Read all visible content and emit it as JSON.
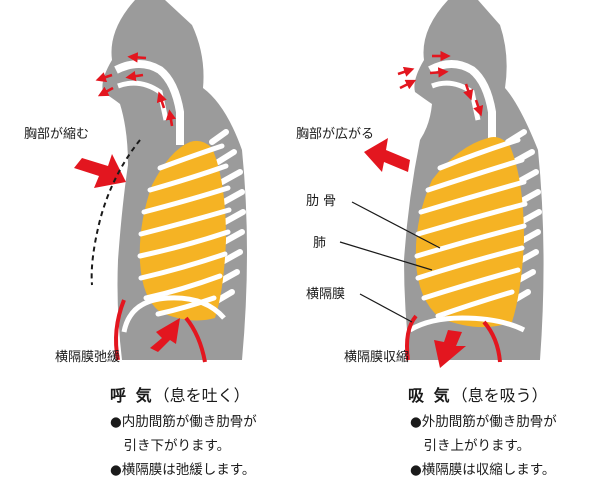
{
  "exhale": {
    "chest_label": "胸部が縮む",
    "diaphragm_label": "横隔膜弛緩",
    "title_main": "呼 気",
    "title_sub": "（息を吐く）",
    "bullets": [
      "●内肋間筋が働き肋骨が",
      "　引き下がります。",
      "●横隔膜は弛緩します。"
    ]
  },
  "inhale": {
    "chest_label": "胸部が広がる",
    "rib_label": "肋 骨",
    "lung_label": "肺",
    "diaphragm_label": "横隔膜",
    "diaphragm_action_label": "横隔膜収縮",
    "title_main": "吸 気",
    "title_sub": "（息を吸う）",
    "bullets": [
      "●外肋間筋が働き肋骨が",
      "　引き上がります。",
      "●横隔膜は収縮します。"
    ]
  },
  "colors": {
    "body": "#9b9b9b",
    "lung": "#f5b324",
    "rib": "#ffffff",
    "arrow": "#e3161f",
    "text": "#1a1a1a"
  }
}
